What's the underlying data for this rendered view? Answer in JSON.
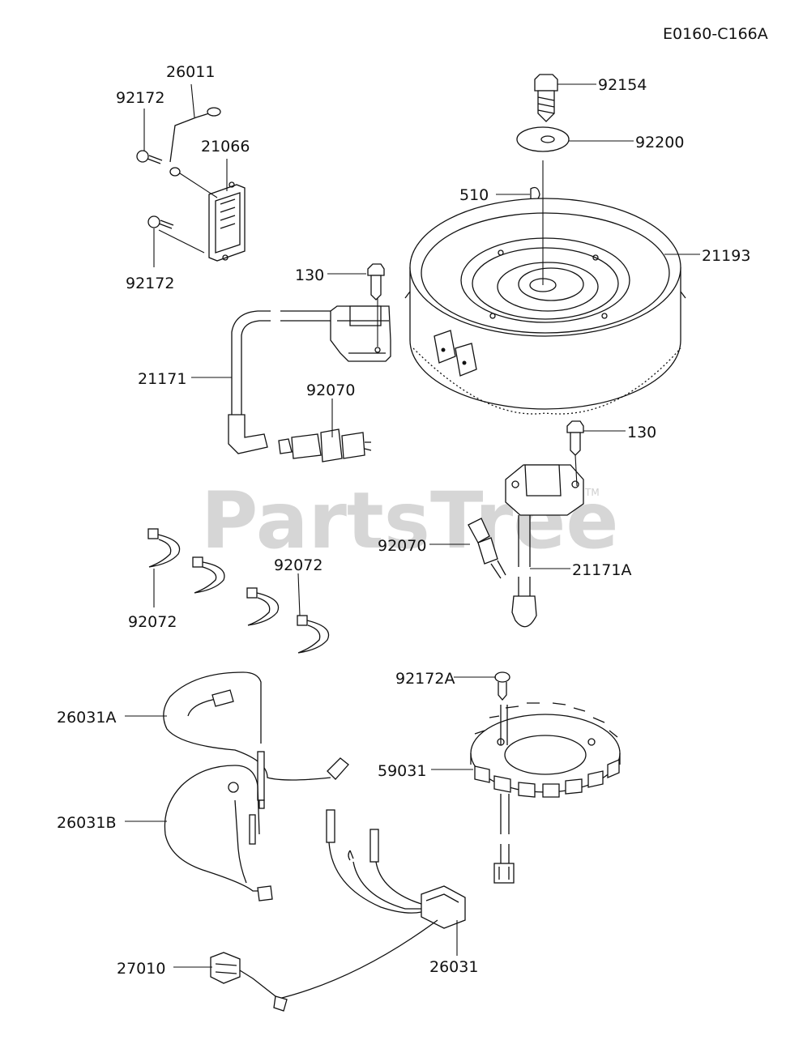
{
  "diagram_code": "E0160-C166A",
  "watermark": "PartsTree",
  "watermark_tm": "TM",
  "callouts": [
    "92154",
    "92200",
    "510",
    "21193",
    "26011",
    "92172",
    "21066",
    "92172",
    "130",
    "21171",
    "92070",
    "130",
    "92070",
    "21171A",
    "92072",
    "92072",
    "92172A",
    "26031A",
    "59031",
    "26031B",
    "27010",
    "26031"
  ]
}
